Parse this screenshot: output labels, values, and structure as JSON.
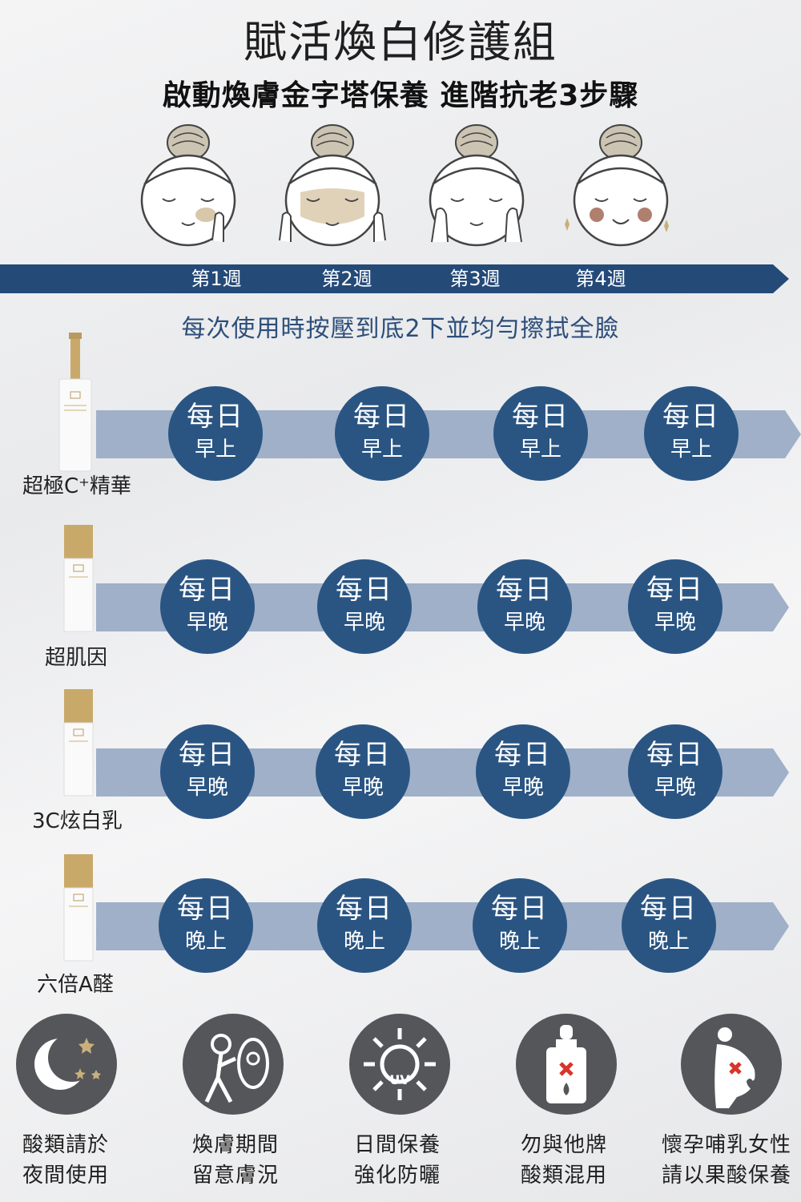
{
  "header": {
    "title": "賦活煥白修護組",
    "subtitle": "啟動煥膚金字塔保養  進階抗老3步驟"
  },
  "weeks": [
    "第1週",
    "第2週",
    "第3週",
    "第4週"
  ],
  "instruction": "每次使用時按壓到底2下並均勻擦拭全臉",
  "products": [
    {
      "name": "超極C⁺精華",
      "frequency": "每日",
      "timing": "早上"
    },
    {
      "name": "超肌因",
      "frequency": "每日",
      "timing": "早晚"
    },
    {
      "name": "3C炫白乳",
      "frequency": "每日",
      "timing": "早晚"
    },
    {
      "name": "六倍A醛",
      "frequency": "每日",
      "timing": "晚上"
    }
  ],
  "tips": [
    {
      "icon": "moon-stars-icon",
      "line1": "酸類請於",
      "line2": "夜間使用"
    },
    {
      "icon": "mirror-person-icon",
      "line1": "煥膚期間",
      "line2": "留意膚況"
    },
    {
      "icon": "sun-uv-icon",
      "line1": "日間保養",
      "line2": "強化防曬"
    },
    {
      "icon": "dropper-bottle-x-icon",
      "line1": "勿與他牌",
      "line2": "酸類混用"
    },
    {
      "icon": "pregnant-x-icon",
      "line1": "懷孕哺乳女性",
      "line2": "請以果酸保養"
    }
  ],
  "colors": {
    "primary_blue": "#2a5583",
    "week_bar": "#244a78",
    "track": "#9fb0c8",
    "icon_gray": "#555659",
    "alert_red": "#d9342b",
    "gold": "#b99a5e"
  }
}
